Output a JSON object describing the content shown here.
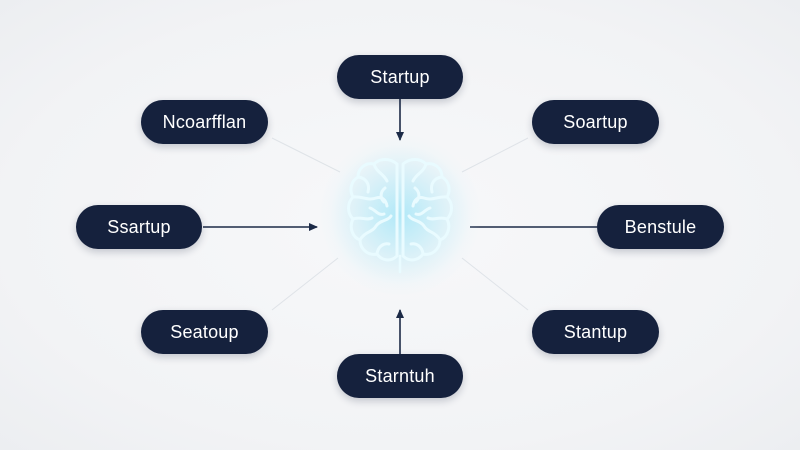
{
  "diagram": {
    "center": {
      "icon": "brain-icon"
    },
    "nodes": {
      "top": "Startup",
      "upper_left": "Ncoarfflan",
      "upper_right": "Soartup",
      "mid_left": "Ssartup",
      "mid_right": "Benstule",
      "lower_left": "Seatoup",
      "lower_right": "Stantup",
      "bottom": "Starntuh"
    }
  },
  "colors": {
    "node_fill": "#15213d",
    "node_text": "#ffffff",
    "connector": "#1c2a47",
    "faint_connector": "#dfe3e8",
    "brain_glow": "#7ddcf3",
    "brain_line": "#e9fbff",
    "background": "#f3f4f6"
  }
}
